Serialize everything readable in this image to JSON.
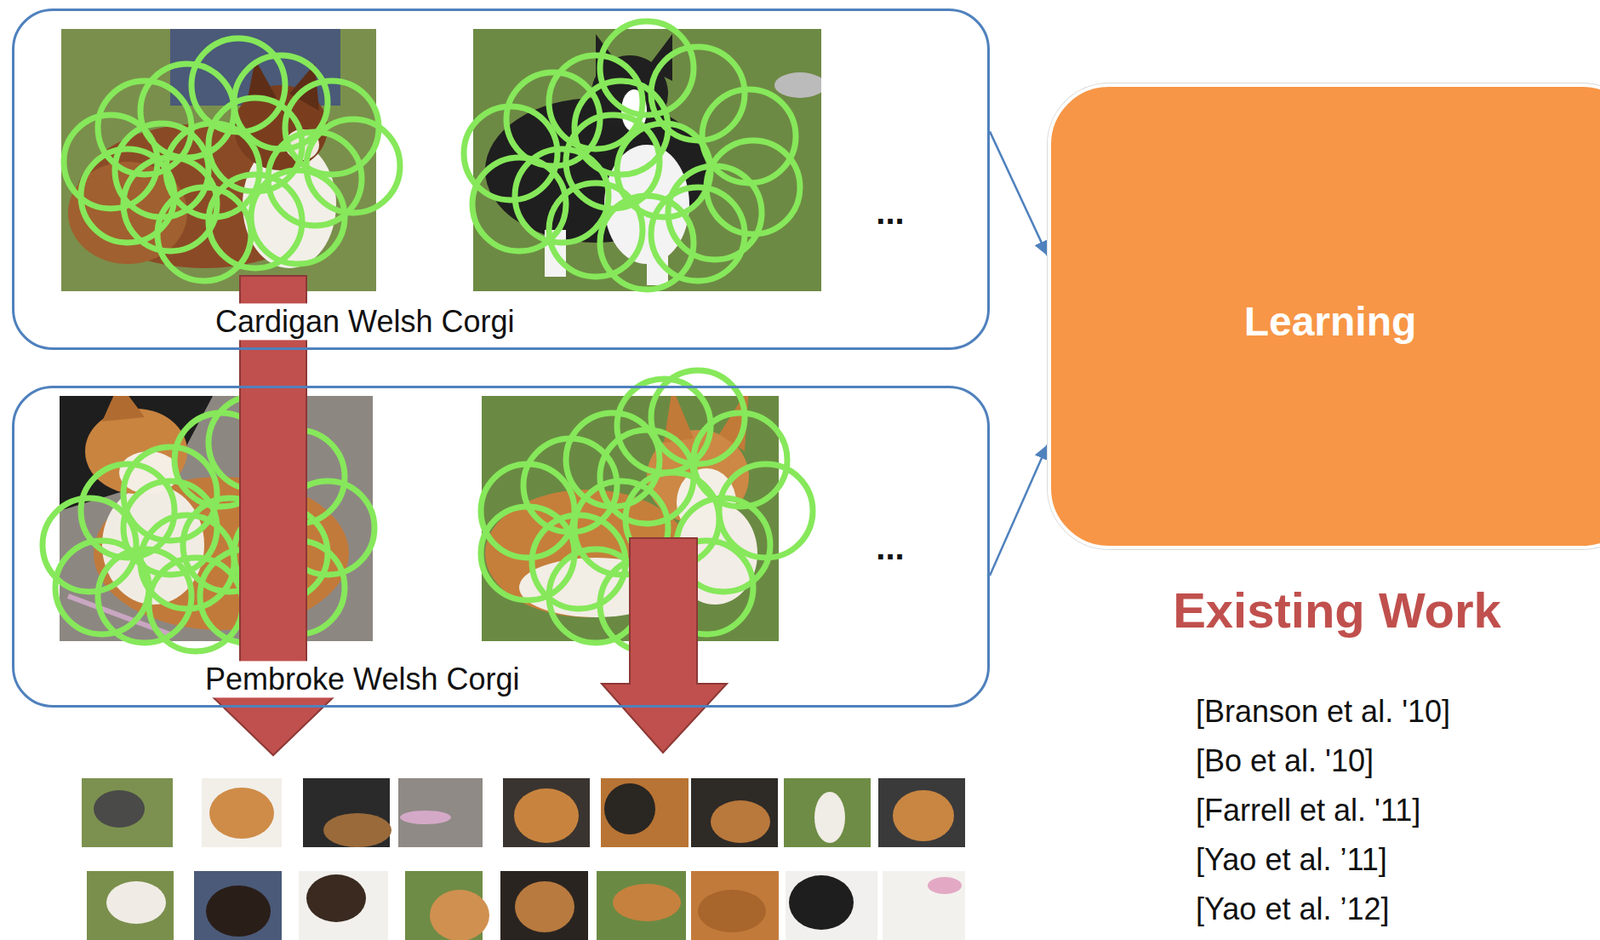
{
  "diagram": {
    "nodes": [
      {
        "text": [
          "...",
          "Cardigan Welsh Corgi"
        ]
      },
      {
        "text": [
          "...",
          "Pembroke Welsh Corgi"
        ]
      },
      {
        "text": [
          "Learning"
        ]
      }
    ],
    "edges": [
      {
        "from": 0,
        "to": 2,
        "arrow": "to"
      },
      {
        "from": 1,
        "to": 2,
        "arrow": "to"
      }
    ],
    "labels": [
      "Existing Work",
      "[Branson et al. '10]",
      "[Bo et al. '10]",
      "[Farrell et al. '11]",
      "[Yao et al. ’11]",
      "[Yao et al. ’12]"
    ]
  }
}
